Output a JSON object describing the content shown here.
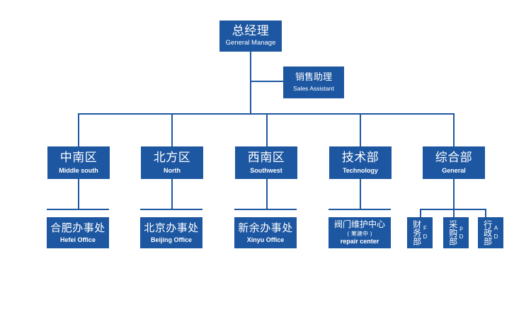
{
  "org": {
    "root": {
      "zh": "总经理",
      "en": "General Manage"
    },
    "assistant": {
      "zh": "销售助理",
      "en": "Sales Assistant"
    },
    "departments": [
      {
        "zh": "中南区",
        "en": "Middle south"
      },
      {
        "zh": "北方区",
        "en": "North"
      },
      {
        "zh": "西南区",
        "en": "Southwest"
      },
      {
        "zh": "技术部",
        "en": "Technology"
      },
      {
        "zh": "综合部",
        "en": "General"
      }
    ],
    "offices": [
      {
        "zh": "合肥办事处",
        "en": "Hefei  Office"
      },
      {
        "zh": "北京办事处",
        "en": "Beijing Office"
      },
      {
        "zh": "新余办事处",
        "en": "Xinyu Office"
      },
      {
        "zh": "阀门维护中心",
        "note": "( 筹建中 )",
        "en": "repair center"
      }
    ],
    "general_subunits": [
      {
        "zh": "财务部",
        "en": [
          "F",
          "D"
        ]
      },
      {
        "zh": "采购部",
        "en": [
          "p",
          "D"
        ]
      },
      {
        "zh": "行政部",
        "en": [
          "A",
          "D"
        ]
      }
    ]
  }
}
